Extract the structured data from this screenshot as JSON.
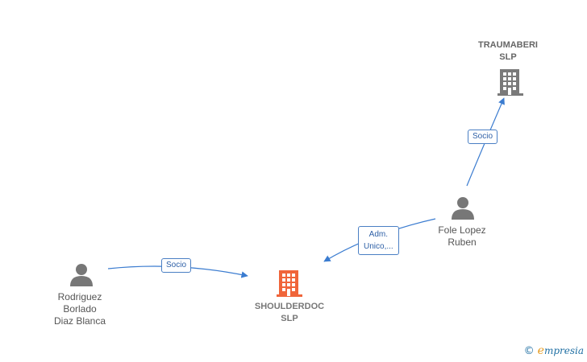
{
  "nodes": {
    "traumaberi": {
      "line1": "TRAUMABERI",
      "line2": "SLP",
      "type": "company"
    },
    "shoulderdoc": {
      "line1": "SHOULDERDOC",
      "line2": "SLP",
      "type": "company",
      "highlight": true
    },
    "fole": {
      "line1": "Fole Lopez",
      "line2": "Ruben",
      "type": "person"
    },
    "rodriguez": {
      "line1": "Rodriguez",
      "line2": "Borlado",
      "line3": "Diaz Blanca",
      "type": "person"
    }
  },
  "edges": {
    "fole_traumaberi": {
      "label": "Socio"
    },
    "fole_shoulderdoc": {
      "label_line1": "Adm.",
      "label_line2": "Unico,..."
    },
    "rodriguez_shoulderdoc": {
      "label": "Socio"
    }
  },
  "colors": {
    "company": "#7a7a7a",
    "company_highlight": "#f0653a",
    "person": "#777777",
    "edge": "#3b7cd0"
  },
  "watermark": {
    "copyright": "©",
    "brand_initial": "e",
    "brand_rest": "mpresia"
  }
}
